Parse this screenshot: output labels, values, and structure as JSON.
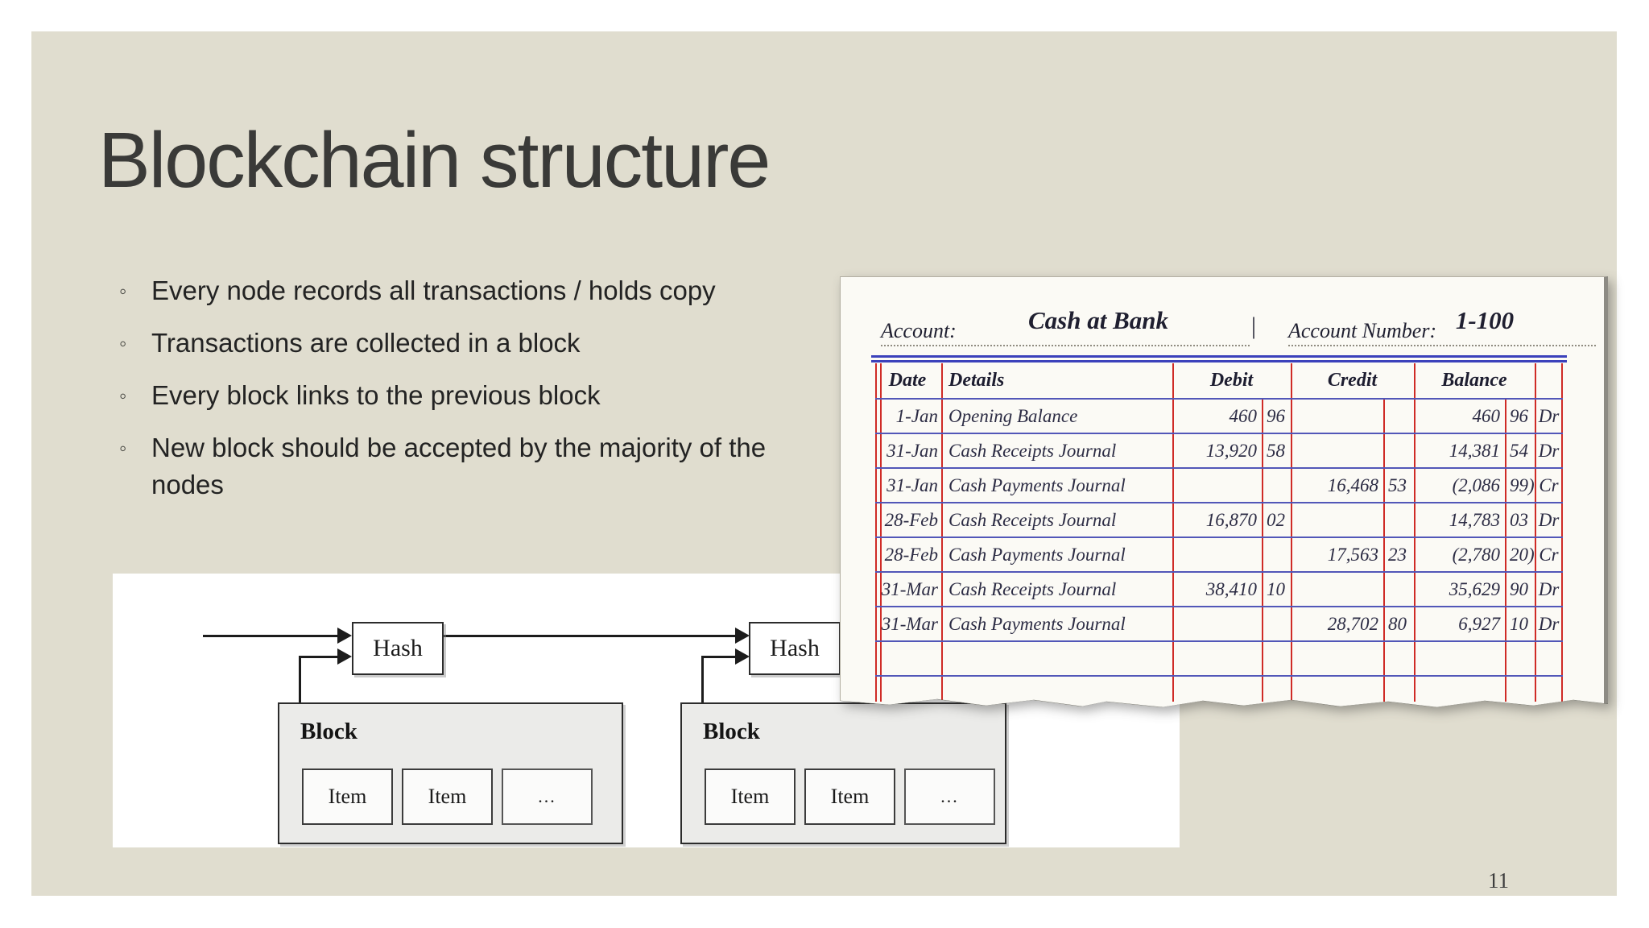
{
  "slide": {
    "title": "Blockchain structure",
    "page_number": "11",
    "bullet_glyph": "◦",
    "bullets": [
      "Every node records all transactions / holds copy",
      "Transactions are collected in a block",
      "Every block links to the previous block",
      "New block should be accepted by the majority of the nodes"
    ]
  },
  "diagram": {
    "hash_label": "Hash",
    "blocks": [
      {
        "title": "Block",
        "items": [
          "Item",
          "Item",
          "..."
        ]
      },
      {
        "title": "Block",
        "items": [
          "Item",
          "Item",
          "..."
        ]
      }
    ]
  },
  "ledger": {
    "account_label": "Account:",
    "account_value": "Cash at Bank",
    "separator": "|",
    "account_number_label": "Account Number:",
    "account_number_value": "1-100",
    "headers": {
      "date": "Date",
      "details": "Details",
      "debit": "Debit",
      "credit": "Credit",
      "balance": "Balance"
    },
    "rows": [
      {
        "date": "1-Jan",
        "details": "Opening Balance",
        "debit": "460",
        "debit_c": "96",
        "credit": "",
        "credit_c": "",
        "balance": "460",
        "balance_c": "96",
        "drcr": "Dr"
      },
      {
        "date": "31-Jan",
        "details": "Cash Receipts Journal",
        "debit": "13,920",
        "debit_c": "58",
        "credit": "",
        "credit_c": "",
        "balance": "14,381",
        "balance_c": "54",
        "drcr": "Dr"
      },
      {
        "date": "31-Jan",
        "details": "Cash Payments Journal",
        "debit": "",
        "debit_c": "",
        "credit": "16,468",
        "credit_c": "53",
        "balance": "(2,086",
        "balance_c": "99)",
        "drcr": "Cr"
      },
      {
        "date": "28-Feb",
        "details": "Cash Receipts Journal",
        "debit": "16,870",
        "debit_c": "02",
        "credit": "",
        "credit_c": "",
        "balance": "14,783",
        "balance_c": "03",
        "drcr": "Dr"
      },
      {
        "date": "28-Feb",
        "details": "Cash Payments Journal",
        "debit": "",
        "debit_c": "",
        "credit": "17,563",
        "credit_c": "23",
        "balance": "(2,780",
        "balance_c": "20)",
        "drcr": "Cr"
      },
      {
        "date": "31-Mar",
        "details": "Cash Receipts Journal",
        "debit": "38,410",
        "debit_c": "10",
        "credit": "",
        "credit_c": "",
        "balance": "35,629",
        "balance_c": "90",
        "drcr": "Dr"
      },
      {
        "date": "31-Mar",
        "details": "Cash Payments Journal",
        "debit": "",
        "debit_c": "",
        "credit": "28,702",
        "credit_c": "80",
        "balance": "6,927",
        "balance_c": "10",
        "drcr": "Dr"
      },
      {
        "date": "",
        "details": "",
        "debit": "",
        "debit_c": "",
        "credit": "",
        "credit_c": "",
        "balance": "",
        "balance_c": "",
        "drcr": ""
      },
      {
        "date": "",
        "details": "",
        "debit": "",
        "debit_c": "",
        "credit": "",
        "credit_c": "",
        "balance": "",
        "balance_c": "",
        "drcr": ""
      }
    ]
  },
  "colors": {
    "slide_bg": "#e0ddcf",
    "title_text": "#3a3a38",
    "ledger_red": "#cf2b26",
    "ledger_blue": "#4b4fb8",
    "ink": "#2c2c44",
    "diagram_line": "#1c1c1c"
  }
}
